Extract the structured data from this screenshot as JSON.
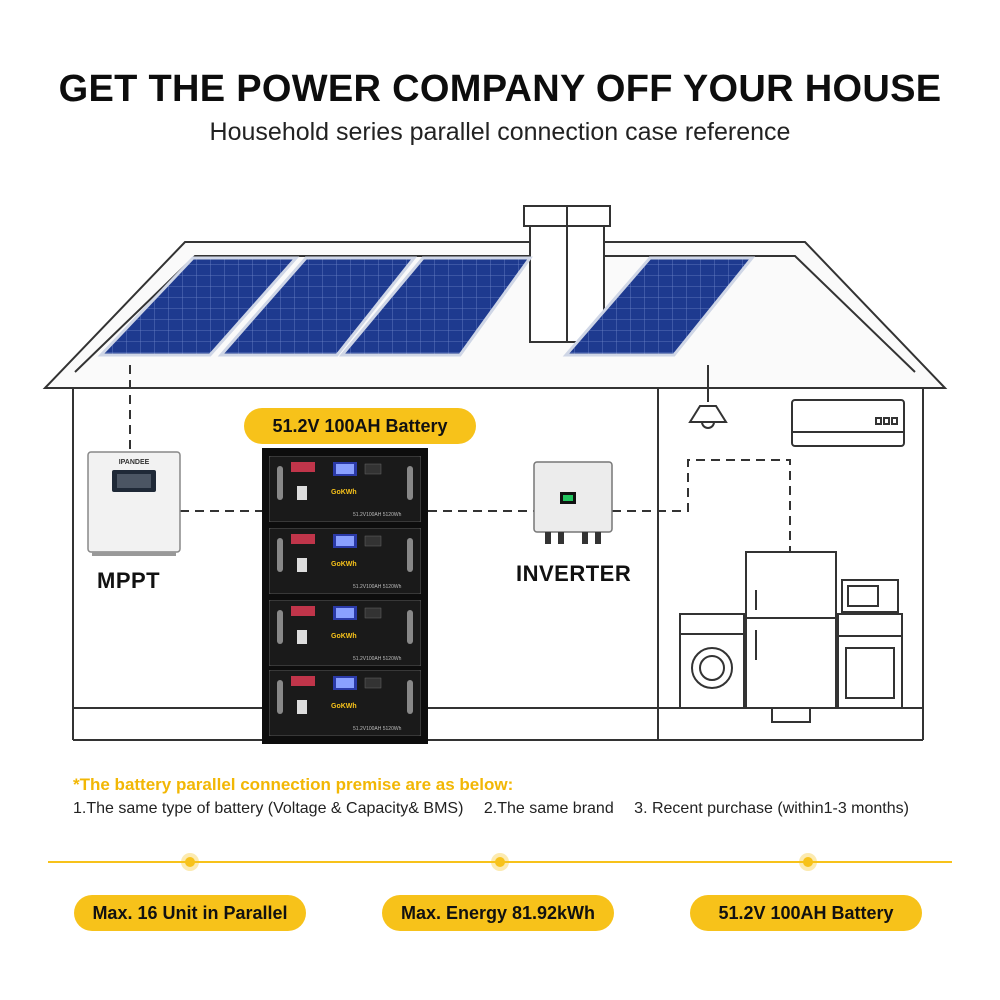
{
  "header": {
    "title": "GET THE POWER COMPANY OFF YOUR HOUSE",
    "subtitle": "Household series parallel connection case reference"
  },
  "diagram": {
    "battery_badge": "51.2V 100AH Battery",
    "mppt_label": "MPPT",
    "mppt_brand": "IPANDEE",
    "inverter_label": "INVERTER",
    "battery_brand": "GoKWh",
    "battery_module_caption": "51.2V100AH 5120Wh"
  },
  "premise": {
    "heading": "*The battery parallel connection premise are as below:",
    "conditions": [
      "1.The same type of battery (Voltage & Capacity& BMS)",
      "2.The same brand",
      "3. Recent purchase (within1-3 months)"
    ]
  },
  "specs": [
    {
      "prefix": "Max. ",
      "value": "16",
      "suffix": " Unit in Parallel"
    },
    {
      "prefix": "Max. Energy ",
      "value": "81.92",
      "suffix": "kWh"
    },
    {
      "prefix": "",
      "value": "51.2V 100AH",
      "suffix": " Battery"
    }
  ],
  "colors": {
    "accent": "#f7c21a",
    "panel": "#1f3a8a",
    "outline": "#333333"
  }
}
